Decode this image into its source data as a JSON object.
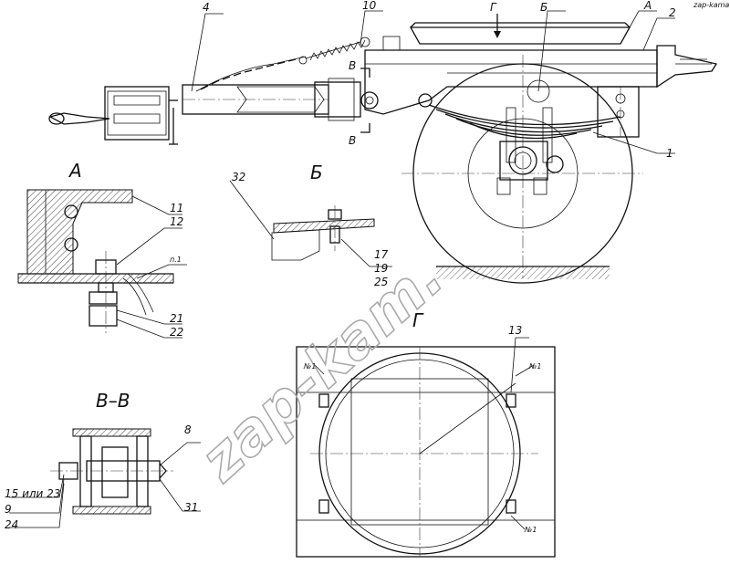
{
  "labels": {
    "callout_4": "4",
    "callout_10": "10",
    "callout_G_top": "Г",
    "callout_B_top": "Б",
    "callout_A_top": "А",
    "callout_2": "2",
    "callout_1": "1",
    "section_B_top": "В",
    "section_B_bottom": "В",
    "view_A_title": "А",
    "view_B_title": "Б",
    "view_G_title": "Г",
    "section_BB_title": "В–В",
    "callout_11": "11",
    "callout_12": "12",
    "callout_p1": "п.1",
    "callout_21": "21",
    "callout_22": "22",
    "callout_32": "32",
    "callout_17": "17",
    "callout_19": "19",
    "callout_25": "25",
    "callout_13": "13",
    "callout_no1_a": "№1",
    "callout_no1_b": "№1",
    "callout_no1_c": "№1",
    "callout_8": "8",
    "callout_31": "31",
    "callout_15_23": "15 или 23",
    "callout_9": "9",
    "callout_24": "24",
    "corner_mark": "zap-kama"
  },
  "watermark": "zap-kam."
}
